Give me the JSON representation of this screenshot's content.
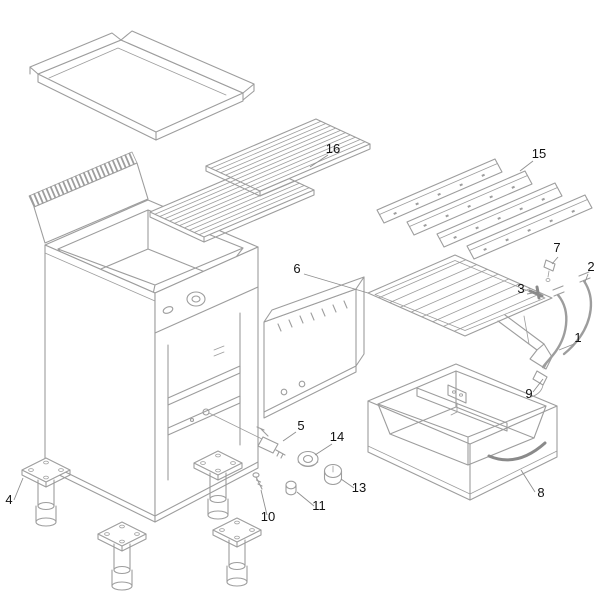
{
  "diagram": {
    "colors": {
      "background": "#ffffff",
      "line": "#9d9d9d",
      "dark_line": "#8a8a8a",
      "label_text": "#111111"
    },
    "labels": [
      {
        "number": "1"
      },
      {
        "number": "2"
      },
      {
        "number": "3"
      },
      {
        "number": "4"
      },
      {
        "number": "5"
      },
      {
        "number": "6"
      },
      {
        "number": "7"
      },
      {
        "number": "8"
      },
      {
        "number": "9"
      },
      {
        "number": "10"
      },
      {
        "number": "11"
      },
      {
        "number": "13"
      },
      {
        "number": "14"
      },
      {
        "number": "15"
      },
      {
        "number": "16"
      }
    ]
  }
}
